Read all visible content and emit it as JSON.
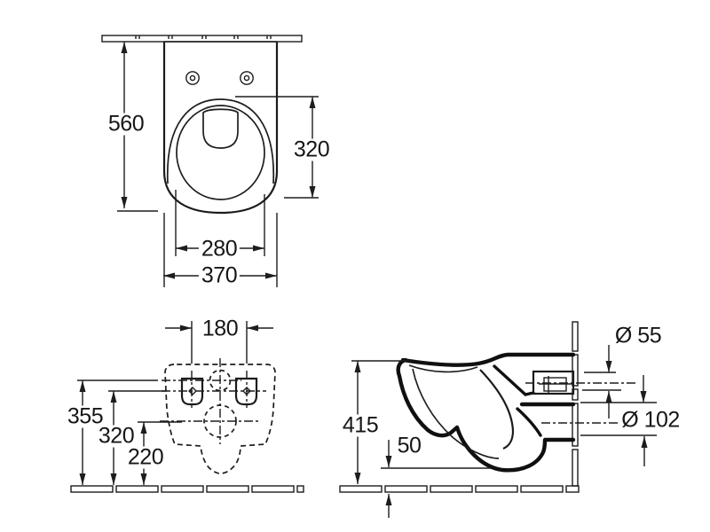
{
  "drawing": {
    "type": "technical-dimension-drawing",
    "subject": "wall-hung-wc-pan",
    "line_color": "#1d1d1d",
    "background_color": "#ffffff",
    "views": {
      "top_view": {
        "overall_depth": "560",
        "bowl_inner_length": "320",
        "bowl_inner_width": "280",
        "overall_width": "370"
      },
      "rear_view": {
        "fixing_hole_spacing": "180",
        "inlet_center_height": "355",
        "fixing_hole_height": "320",
        "outlet_center_height": "220"
      },
      "side_view": {
        "rim_height": "415",
        "underside_clearance": "50",
        "inlet_diameter": "Ø 55",
        "outlet_diameter": "Ø 102"
      }
    }
  }
}
